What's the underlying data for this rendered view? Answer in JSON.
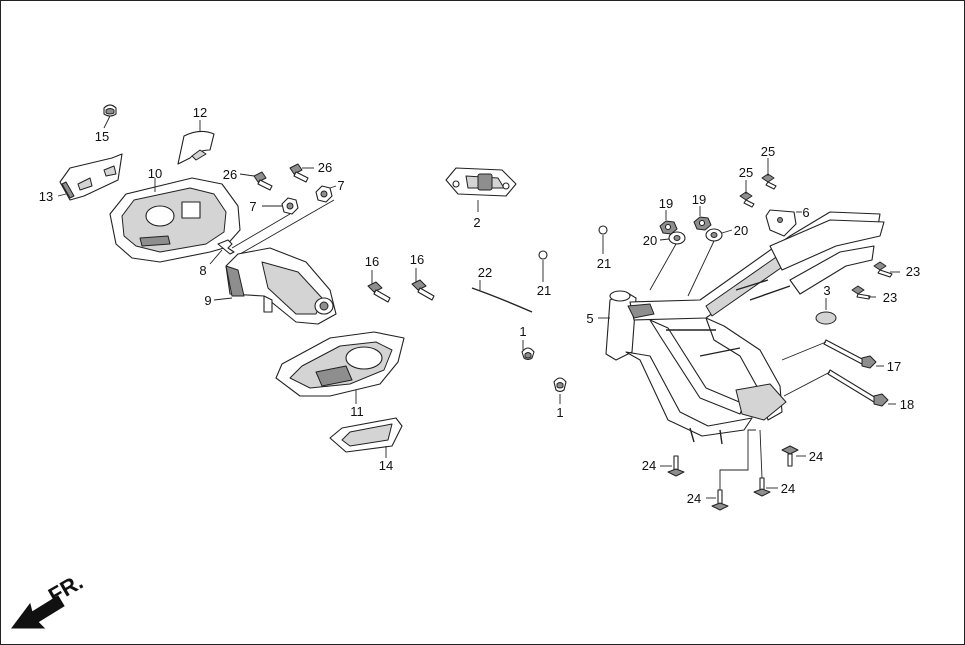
{
  "diagram": {
    "direction_label": "FR.",
    "callouts": [
      {
        "id": "c1a",
        "text": "1"
      },
      {
        "id": "c1b",
        "text": "1"
      },
      {
        "id": "c2",
        "text": "2"
      },
      {
        "id": "c3",
        "text": "3"
      },
      {
        "id": "c5",
        "text": "5"
      },
      {
        "id": "c6",
        "text": "6"
      },
      {
        "id": "c7a",
        "text": "7"
      },
      {
        "id": "c7b",
        "text": "7"
      },
      {
        "id": "c8",
        "text": "8"
      },
      {
        "id": "c9",
        "text": "9"
      },
      {
        "id": "c10",
        "text": "10"
      },
      {
        "id": "c11",
        "text": "11"
      },
      {
        "id": "c12",
        "text": "12"
      },
      {
        "id": "c13",
        "text": "13"
      },
      {
        "id": "c14",
        "text": "14"
      },
      {
        "id": "c15",
        "text": "15"
      },
      {
        "id": "c16a",
        "text": "16"
      },
      {
        "id": "c16b",
        "text": "16"
      },
      {
        "id": "c17",
        "text": "17"
      },
      {
        "id": "c18",
        "text": "18"
      },
      {
        "id": "c19a",
        "text": "19"
      },
      {
        "id": "c19b",
        "text": "19"
      },
      {
        "id": "c20a",
        "text": "20"
      },
      {
        "id": "c20b",
        "text": "20"
      },
      {
        "id": "c21a",
        "text": "21"
      },
      {
        "id": "c21b",
        "text": "21"
      },
      {
        "id": "c22",
        "text": "22"
      },
      {
        "id": "c23a",
        "text": "23"
      },
      {
        "id": "c23b",
        "text": "23"
      },
      {
        "id": "c24a",
        "text": "24"
      },
      {
        "id": "c24b",
        "text": "24"
      },
      {
        "id": "c24c",
        "text": "24"
      },
      {
        "id": "c24d",
        "text": "24"
      },
      {
        "id": "c25a",
        "text": "25"
      },
      {
        "id": "c25b",
        "text": "25"
      },
      {
        "id": "c26a",
        "text": "26"
      },
      {
        "id": "c26b",
        "text": "26"
      }
    ]
  }
}
